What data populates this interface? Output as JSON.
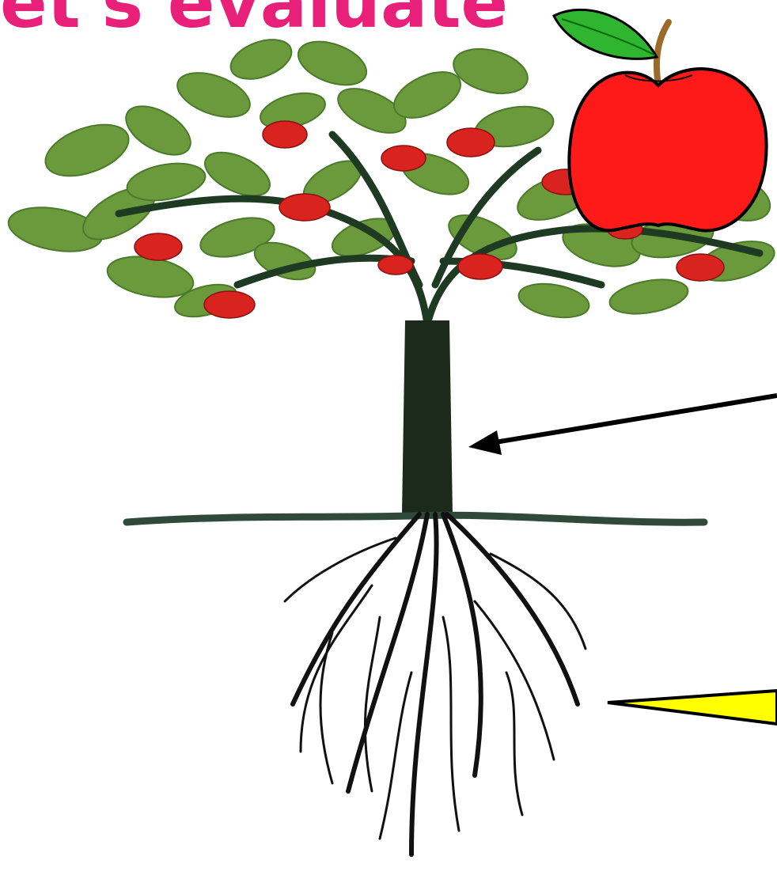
{
  "slide": {
    "title_visible_fragment": "et's evaluate"
  },
  "colors": {
    "title": "#e8207a",
    "leaf": "#6a9a3c",
    "leaf_dark": "#4b7a2a",
    "apple": "#e01515",
    "trunk": "#1c2a1c",
    "ground": "#2f4a3a",
    "arrow_black": "#000000",
    "arrow_yellow": "#ffff00"
  },
  "icons": [
    "apple-icon",
    "tree-illustration",
    "roots-illustration"
  ]
}
